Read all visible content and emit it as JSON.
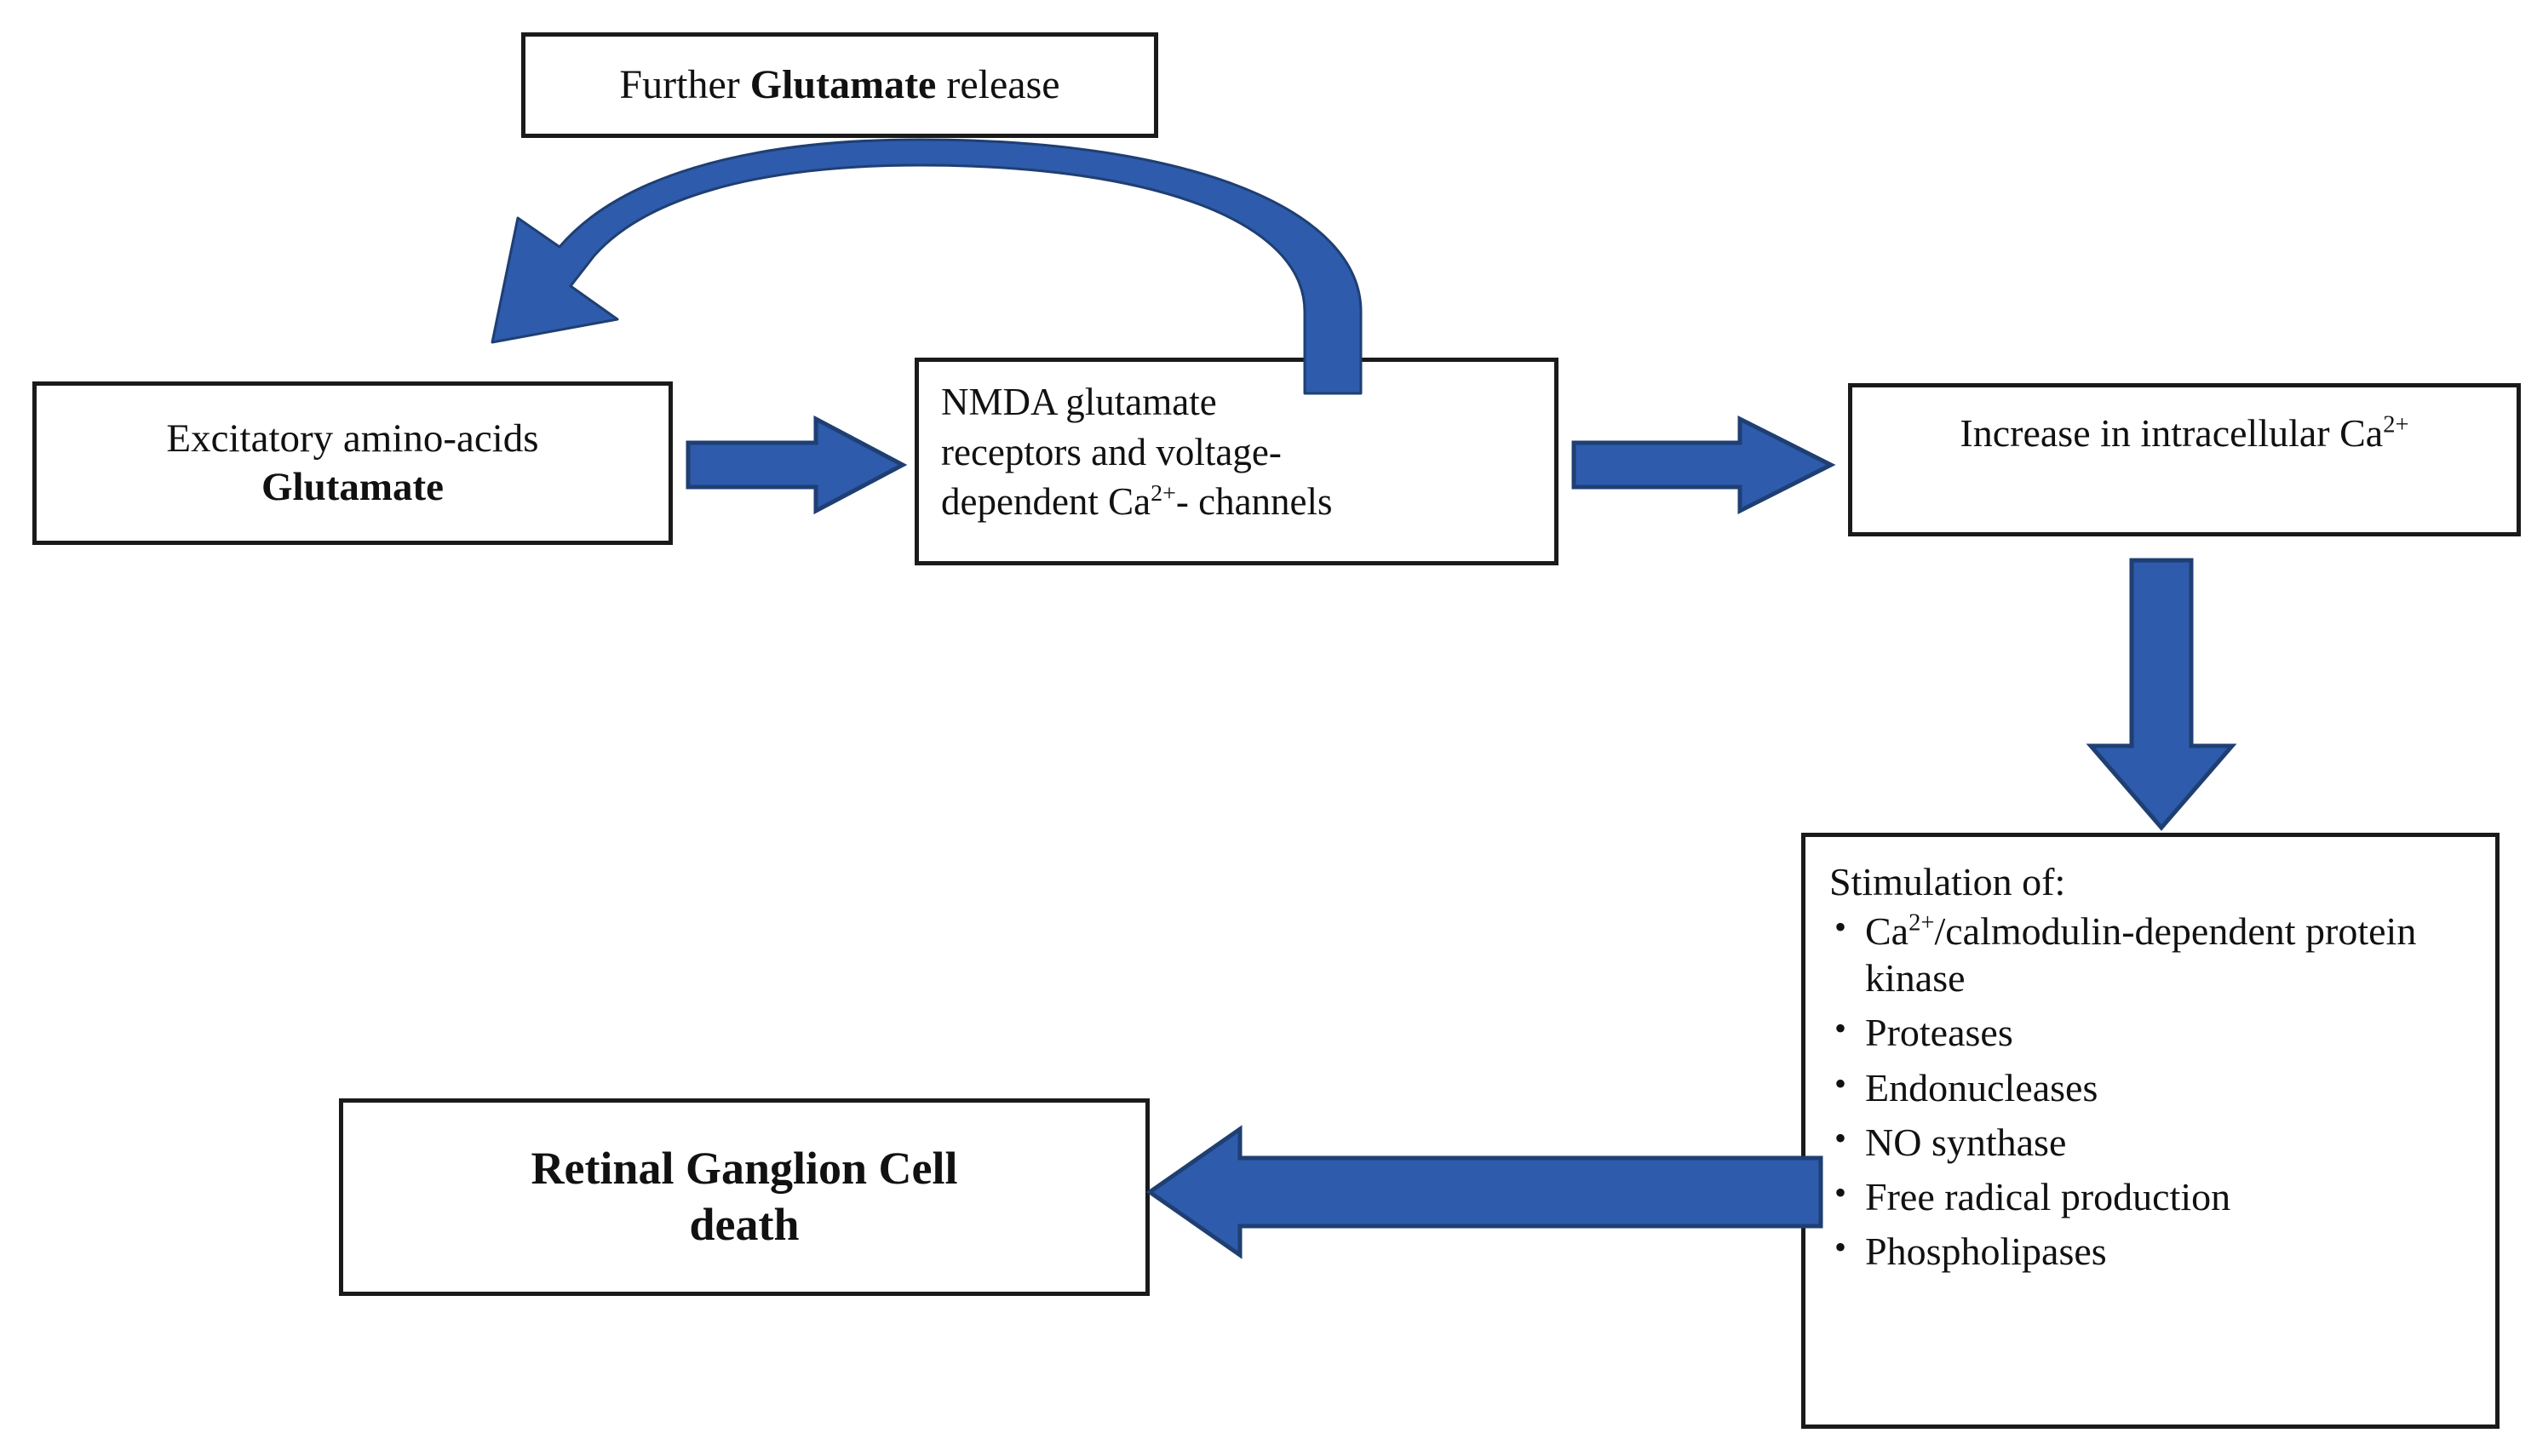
{
  "diagram": {
    "title": "Glutamate excitotoxicity pathway leading to retinal ganglion cell death",
    "colors": {
      "arrow_fill": "#2e5bab",
      "arrow_stroke": "#1f3f73",
      "box_border": "#1a1a1a",
      "text": "#111111",
      "background": "#ffffff"
    },
    "nodes": {
      "further_release": {
        "line1_prefix": "Further ",
        "line1_bold": "Glutamate",
        "line1_suffix": " release",
        "full_text": "Further Glutamate release"
      },
      "excitatory": {
        "line1": "Excitatory amino-acids",
        "line2_bold": "Glutamate",
        "full_text": "Excitatory amino-acids Glutamate"
      },
      "nmda": {
        "line1": "NMDA glutamate",
        "line2": "receptors and voltage-",
        "line3_pre": "dependent Ca",
        "line3_sup": "2+",
        "line3_post": "- channels",
        "full_text": "NMDA glutamate receptors and voltage-dependent Ca2+- channels"
      },
      "calcium": {
        "prefix": "Increase in intracellular Ca",
        "superscript": "2+",
        "full_text": "Increase in intracellular Ca2+"
      },
      "stimulation": {
        "heading": "Stimulation of:",
        "items": [
          {
            "pre": "Ca",
            "sup": "2+",
            "post": "/calmodulin-dependent protein kinase",
            "text": "Ca2+/calmodulin-dependent protein kinase"
          },
          {
            "text": "Proteases"
          },
          {
            "text": "Endonucleases"
          },
          {
            "text": "NO synthase"
          },
          {
            "text": "Free radical production"
          },
          {
            "text": "Phospholipases"
          }
        ]
      },
      "rgc_death": {
        "line1": "Retinal Ganglion Cell",
        "line2": "death",
        "full_text": "Retinal Ganglion Cell death"
      }
    },
    "arrows": [
      {
        "id": "excitatory-to-nmda",
        "direction": "right",
        "from": "excitatory",
        "to": "nmda"
      },
      {
        "id": "nmda-to-calcium",
        "direction": "right",
        "from": "nmda",
        "to": "calcium"
      },
      {
        "id": "calcium-to-stimulation",
        "direction": "down",
        "from": "calcium",
        "to": "stimulation"
      },
      {
        "id": "stimulation-to-rgc",
        "direction": "left",
        "from": "stimulation",
        "to": "rgc_death"
      },
      {
        "id": "nmda-to-further-release-feedback",
        "direction": "curved-left",
        "from": "nmda",
        "to": "excitatory"
      }
    ]
  }
}
